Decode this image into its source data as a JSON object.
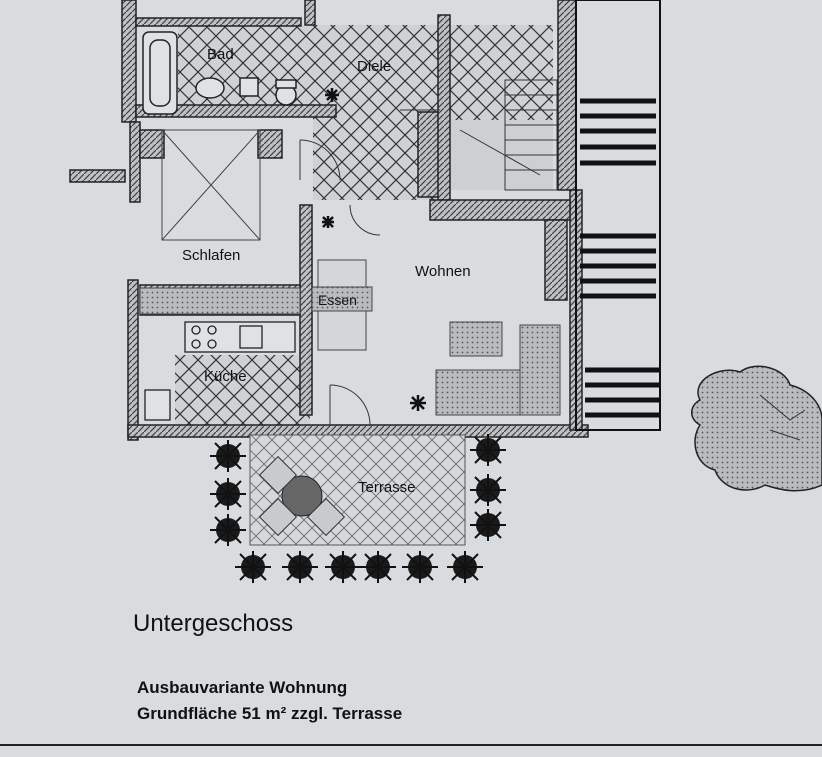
{
  "rooms": {
    "bad": "Bad",
    "diele": "Diele",
    "schlafen": "Schlafen",
    "wohnen": "Wohnen",
    "essen": "Essen",
    "kueche": "Küche",
    "terrasse": "Terrasse"
  },
  "caption": {
    "title": "Untergeschoss",
    "line1": "Ausbauvariante  Wohnung",
    "line2": "Grundfläche 51 m² zzgl. Terrasse"
  }
}
